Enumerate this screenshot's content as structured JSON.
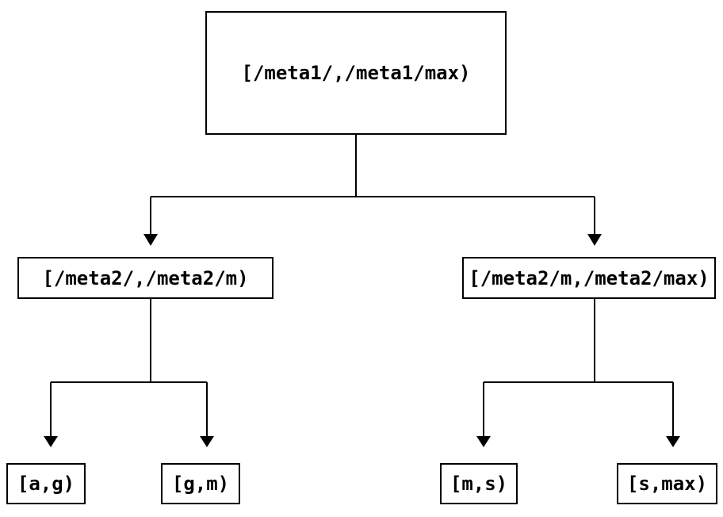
{
  "diagram": {
    "type": "binary-tree",
    "background_color": "#ffffff",
    "line_color": "#000000",
    "nodes": {
      "root": {
        "label": "[/meta1/,/meta1/max)"
      },
      "left_child": {
        "label": "[/meta2/,/meta2/m)"
      },
      "right_child": {
        "label": "[/meta2/m,/meta2/max)"
      },
      "leaf_ag": {
        "label": "[a,g)"
      },
      "leaf_gm": {
        "label": "[g,m)"
      },
      "leaf_ms": {
        "label": "[m,s)"
      },
      "leaf_smax": {
        "label": "[s,max)"
      }
    },
    "edges": [
      {
        "from": "root",
        "to": "left_child"
      },
      {
        "from": "root",
        "to": "right_child"
      },
      {
        "from": "left_child",
        "to": "leaf_ag"
      },
      {
        "from": "left_child",
        "to": "leaf_gm"
      },
      {
        "from": "right_child",
        "to": "leaf_ms"
      },
      {
        "from": "right_child",
        "to": "leaf_smax"
      }
    ]
  }
}
